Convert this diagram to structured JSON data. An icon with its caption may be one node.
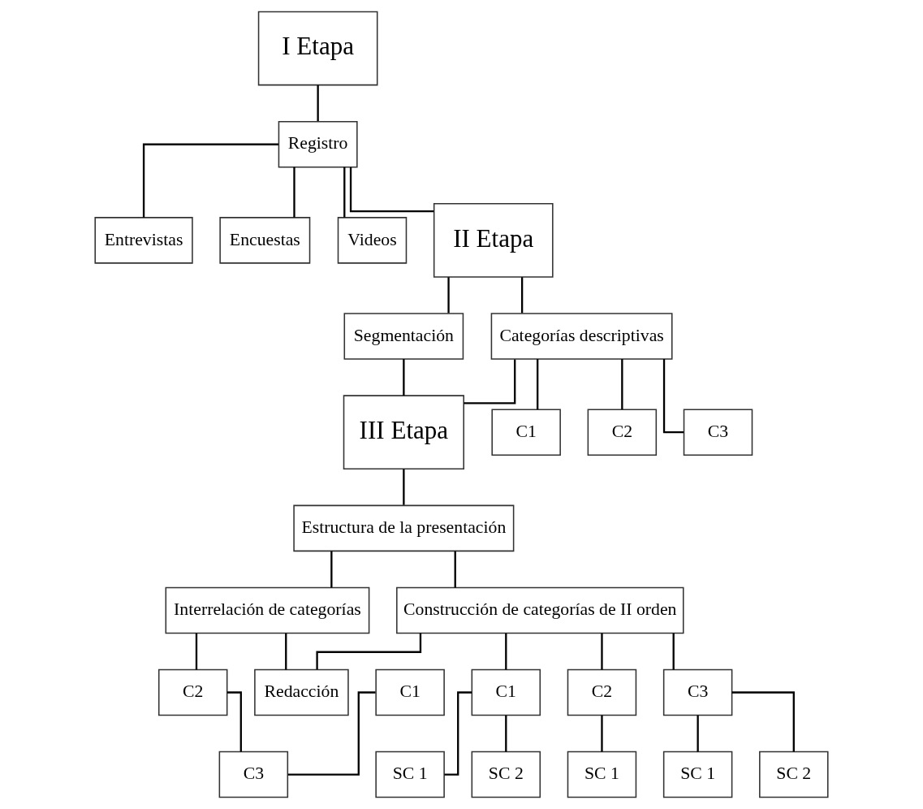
{
  "diagram": {
    "nodes": [
      {
        "text": [
          "I Etapa"
        ]
      },
      {
        "text": [
          "Registro"
        ]
      },
      {
        "text": [
          "Entrevistas"
        ]
      },
      {
        "text": [
          "Encuestas"
        ]
      },
      {
        "text": [
          "Videos"
        ]
      },
      {
        "text": [
          "II Etapa"
        ]
      },
      {
        "text": [
          "C1"
        ]
      },
      {
        "text": [
          "Segmentación"
        ]
      },
      {
        "text": [
          "Categorías descriptivas"
        ]
      },
      {
        "text": [
          "C2"
        ]
      },
      {
        "text": [
          "C3"
        ]
      },
      {
        "text": [
          "III Etapa"
        ]
      },
      {
        "text": [
          "Estructura de la presentación"
        ]
      },
      {
        "text": [
          "SC 1"
        ]
      },
      {
        "text": [
          "C1"
        ]
      },
      {
        "text": [
          "C1"
        ]
      },
      {
        "text": [
          "Interrelación de categorías"
        ]
      },
      {
        "text": [
          "C2"
        ]
      },
      {
        "text": [
          "Construcción de categorías de II orden"
        ]
      },
      {
        "text": [
          "C2"
        ]
      },
      {
        "text": [
          "SC 2"
        ]
      },
      {
        "text": [
          "SC 1"
        ]
      },
      {
        "text": [
          "SC 1"
        ]
      },
      {
        "text": [
          "C3"
        ]
      },
      {
        "text": [
          "C3"
        ]
      },
      {
        "text": [
          "Redacción"
        ]
      },
      {
        "text": [
          "SC 2"
        ]
      }
    ],
    "edges": [
      {
        "from": 0,
        "to": 1,
        "arrow": "none"
      },
      {
        "from": 1,
        "to": 2,
        "arrow": "none"
      },
      {
        "from": 1,
        "to": 3,
        "arrow": "none"
      },
      {
        "from": 1,
        "to": 4,
        "arrow": "none"
      },
      {
        "from": 1,
        "to": 5,
        "arrow": "none"
      },
      {
        "from": 5,
        "to": 7,
        "arrow": "none"
      },
      {
        "from": 5,
        "to": 8,
        "arrow": "none"
      },
      {
        "from": 8,
        "to": 6,
        "arrow": "none"
      },
      {
        "from": 8,
        "to": 9,
        "arrow": "none"
      },
      {
        "from": 8,
        "to": 10,
        "arrow": "none"
      },
      {
        "from": 7,
        "to": 11,
        "arrow": "none"
      },
      {
        "from": 8,
        "to": 11,
        "arrow": "none"
      },
      {
        "from": 11,
        "to": 12,
        "arrow": "none"
      },
      {
        "from": 12,
        "to": 16,
        "arrow": "none"
      },
      {
        "from": 12,
        "to": 18,
        "arrow": "none"
      },
      {
        "from": 16,
        "to": 25,
        "arrow": "none"
      },
      {
        "from": 18,
        "to": 25,
        "arrow": "none"
      },
      {
        "from": 16,
        "to": 17,
        "arrow": "none"
      },
      {
        "from": 14,
        "to": 23,
        "arrow": "none"
      },
      {
        "from": 17,
        "to": 23,
        "arrow": "none"
      },
      {
        "from": 18,
        "to": 15,
        "arrow": "none"
      },
      {
        "from": 18,
        "to": 19,
        "arrow": "none"
      },
      {
        "from": 18,
        "to": 24,
        "arrow": "none"
      },
      {
        "from": 15,
        "to": 13,
        "arrow": "none"
      },
      {
        "from": 15,
        "to": 20,
        "arrow": "none"
      },
      {
        "from": 19,
        "to": 21,
        "arrow": "none"
      },
      {
        "from": 24,
        "to": 22,
        "arrow": "none"
      },
      {
        "from": 24,
        "to": 26,
        "arrow": "none"
      }
    ]
  }
}
